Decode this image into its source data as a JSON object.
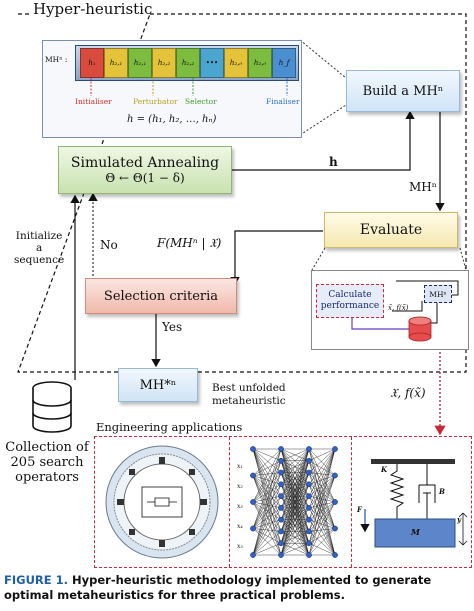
{
  "hyper_heuristic": {
    "label": "Hyper-heuristic"
  },
  "sequence_panel": {
    "input_label": "MHⁿ :",
    "cells": [
      "h₁",
      "h₂,₁",
      "h₂,₁",
      "h₂,₂",
      "h₂,₂",
      "•••",
      "h₂,₀",
      "h₂,₀",
      "h_f"
    ],
    "cell_colors": [
      "#d94b3c",
      "#e4c23a",
      "#7cbd3f",
      "#e4c23a",
      "#7cbd3f",
      "#4aa5cf",
      "#e4c23a",
      "#7cbd3f",
      "#4a8fd0"
    ],
    "role_labels": {
      "initialiser": "Initialiser",
      "perturbator": "Perturbator",
      "selector": "Selector",
      "finaliser": "Finaliser"
    },
    "role_colors": {
      "initialiser": "#d2332b",
      "perturbator": "#b5a020",
      "selector": "#3c9a2c",
      "finaliser": "#2f6fc0"
    },
    "formula": "h = (h₁, h₂, …, hₙ)"
  },
  "build": {
    "label": "Build a MHⁿ"
  },
  "simulated_annealing": {
    "title": "Simulated Annealing",
    "formula": "Θ ← Θ(1 − δ)"
  },
  "edge_h": {
    "label": "h"
  },
  "edge_mhn": {
    "label": "MHⁿ"
  },
  "evaluate": {
    "label": "Evaluate"
  },
  "edge_f": {
    "label": "F(MHⁿ | 𝔛)"
  },
  "calc_panel": {
    "calculate_label": "Calculate performance",
    "mhn_label": "MHⁿ",
    "inner_label": "x̃, f(x̃)"
  },
  "initialize": {
    "label": "Initialize\na\nsequence"
  },
  "edge_no": {
    "label": "No"
  },
  "selection": {
    "label": "Selection criteria"
  },
  "edge_yes": {
    "label": "Yes"
  },
  "best": {
    "symbol": "MH*ⁿ",
    "label": "Best unfolded\nmetaheuristic"
  },
  "edge_xf": {
    "label": "𝔛, f(x̃)"
  },
  "collection": {
    "label": "Collection of\n205 search\noperators"
  },
  "engineering": {
    "title": "Engineering applications",
    "nn_inputs": [
      "x₁",
      "x₂",
      "x₃",
      "x₄",
      "x₅"
    ],
    "mech_labels": {
      "k": "K",
      "b": "B",
      "f": "F",
      "m": "M",
      "y": "y"
    }
  },
  "caption": {
    "figure": "FIGURE 1.",
    "text": "Hyper-heuristic methodology implemented to generate optimal metaheuristics for three practical problems."
  }
}
